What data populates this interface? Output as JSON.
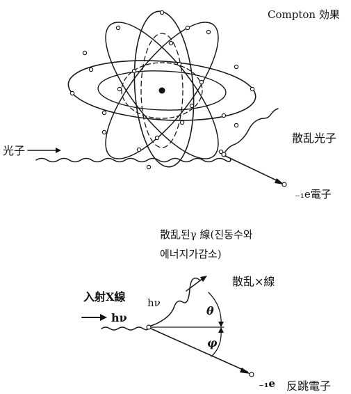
{
  "top_diagram": {
    "title": "Compton 効果",
    "incident_photon": "光子",
    "scattered_photon": "散乱光子",
    "recoil_electron": "₋₁e電子"
  },
  "bottom_diagram": {
    "caption_line1": "散乱된γ 線(진동수와",
    "caption_line2": "에너지가감소)",
    "scattered_xray": "散乱×線",
    "incident_xray": "入射X線",
    "incident_energy": "hν",
    "scattered_energy": "hν",
    "theta": "θ",
    "phi": "φ",
    "electron_symbol": "₋₁e",
    "recoil_electron": "反跳電子"
  }
}
